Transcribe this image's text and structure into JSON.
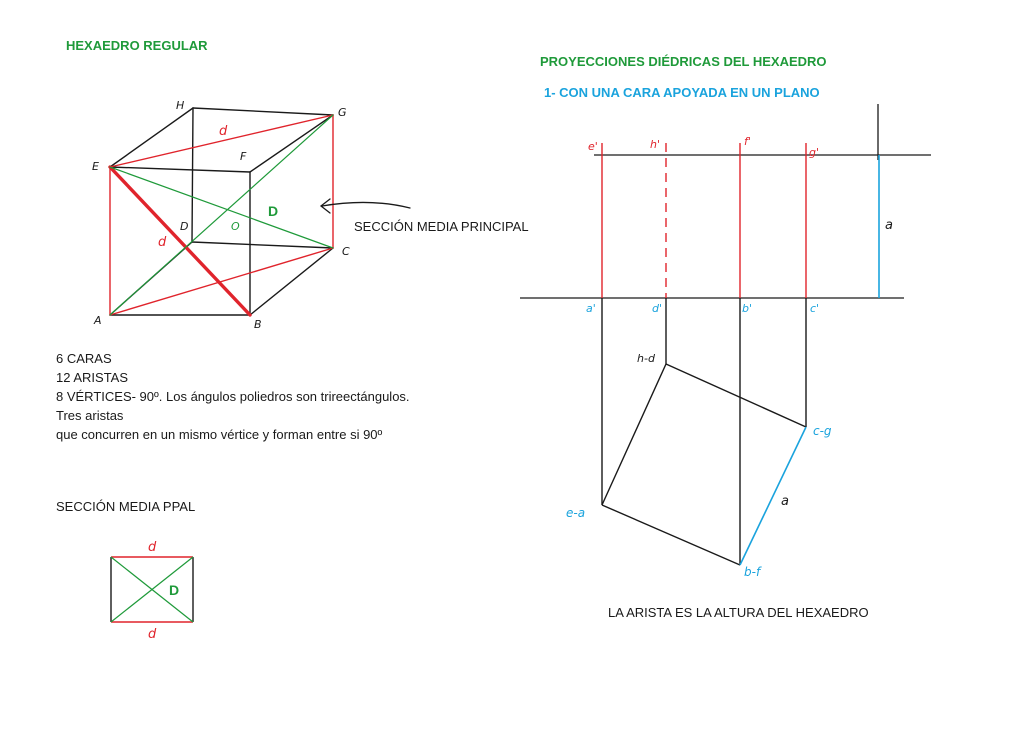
{
  "left": {
    "title": "HEXAEDRO  REGULAR",
    "section_arrow_label": "SECCIÓN MEDIA PRINCIPAL",
    "properties": [
      "6 CARAS",
      "12 ARISTAS",
      "8 VÉRTICES- 90º. Los ángulos poliedros son trireectángulos.",
      "Tres aristas",
      "que concurren en un mismo vértice y forman entre si 90º"
    ],
    "section_title": "SECCIÓN MEDIA PPAL",
    "cube_labels": {
      "H": "H",
      "G": "G",
      "E": "E",
      "F": "F",
      "D": "D",
      "C": "C",
      "A": "A",
      "B": "B",
      "O": "O",
      "d_top": "d",
      "d_diag": "d",
      "D_big": "D"
    },
    "square_labels": {
      "d_top": "d",
      "d_bottom": "d",
      "D": "D"
    }
  },
  "right": {
    "title": "PROYECCIONES DIÉDRICAS DEL HEXAEDRO",
    "subtitle": "1- CON UNA CARA APOYADA EN UN PLANO",
    "vertical_labels": [
      "e'",
      "h'",
      "f'",
      "g'"
    ],
    "horizontal_labels": [
      "a'",
      "d'",
      "b'",
      "c'"
    ],
    "plan_labels": {
      "h_d": "h-d",
      "c_g": "c-g",
      "e_a": "e-a",
      "b_f": "b-f",
      "a": "a"
    },
    "height_label": "a",
    "caption": "LA ARISTA ES LA ALTURA DEL HEXAEDRO"
  },
  "colors": {
    "green": "#1f9a3a",
    "blue": "#1aa3dd",
    "red": "#e0242c",
    "black": "#1a1a1a"
  }
}
